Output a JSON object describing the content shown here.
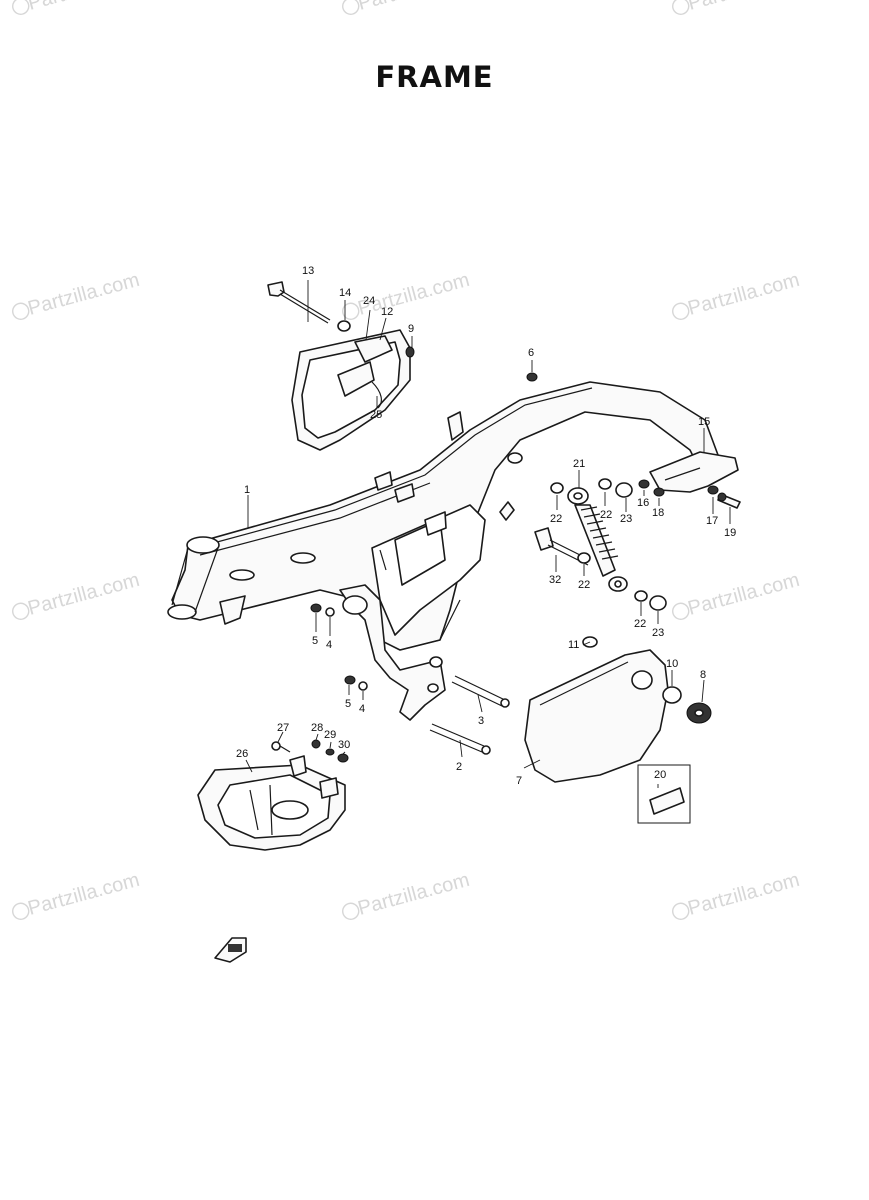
{
  "title": "FRAME",
  "watermark": "Partzilla.com",
  "callouts": {
    "c1": "1",
    "c2": "2",
    "c3": "3",
    "c4a": "4",
    "c4b": "4",
    "c5a": "5",
    "c5b": "5",
    "c6": "6",
    "c7": "7",
    "c8": "8",
    "c9": "9",
    "c10": "10",
    "c11": "11",
    "c12": "12",
    "c13": "13",
    "c14": "14",
    "c15": "15",
    "c16": "16",
    "c17": "17",
    "c18": "18",
    "c19": "19",
    "c20": "20",
    "c21": "21",
    "c22a": "22",
    "c22b": "22",
    "c22c": "22",
    "c22d": "22",
    "c23a": "23",
    "c23b": "23",
    "c24": "24",
    "c25": "25",
    "c26": "26",
    "c27": "27",
    "c28": "28",
    "c29": "29",
    "c30": "30",
    "c32": "32"
  },
  "colors": {
    "ink": "#1a1a1a",
    "watermark": "#d7d7d7",
    "paper": "#ffffff"
  }
}
